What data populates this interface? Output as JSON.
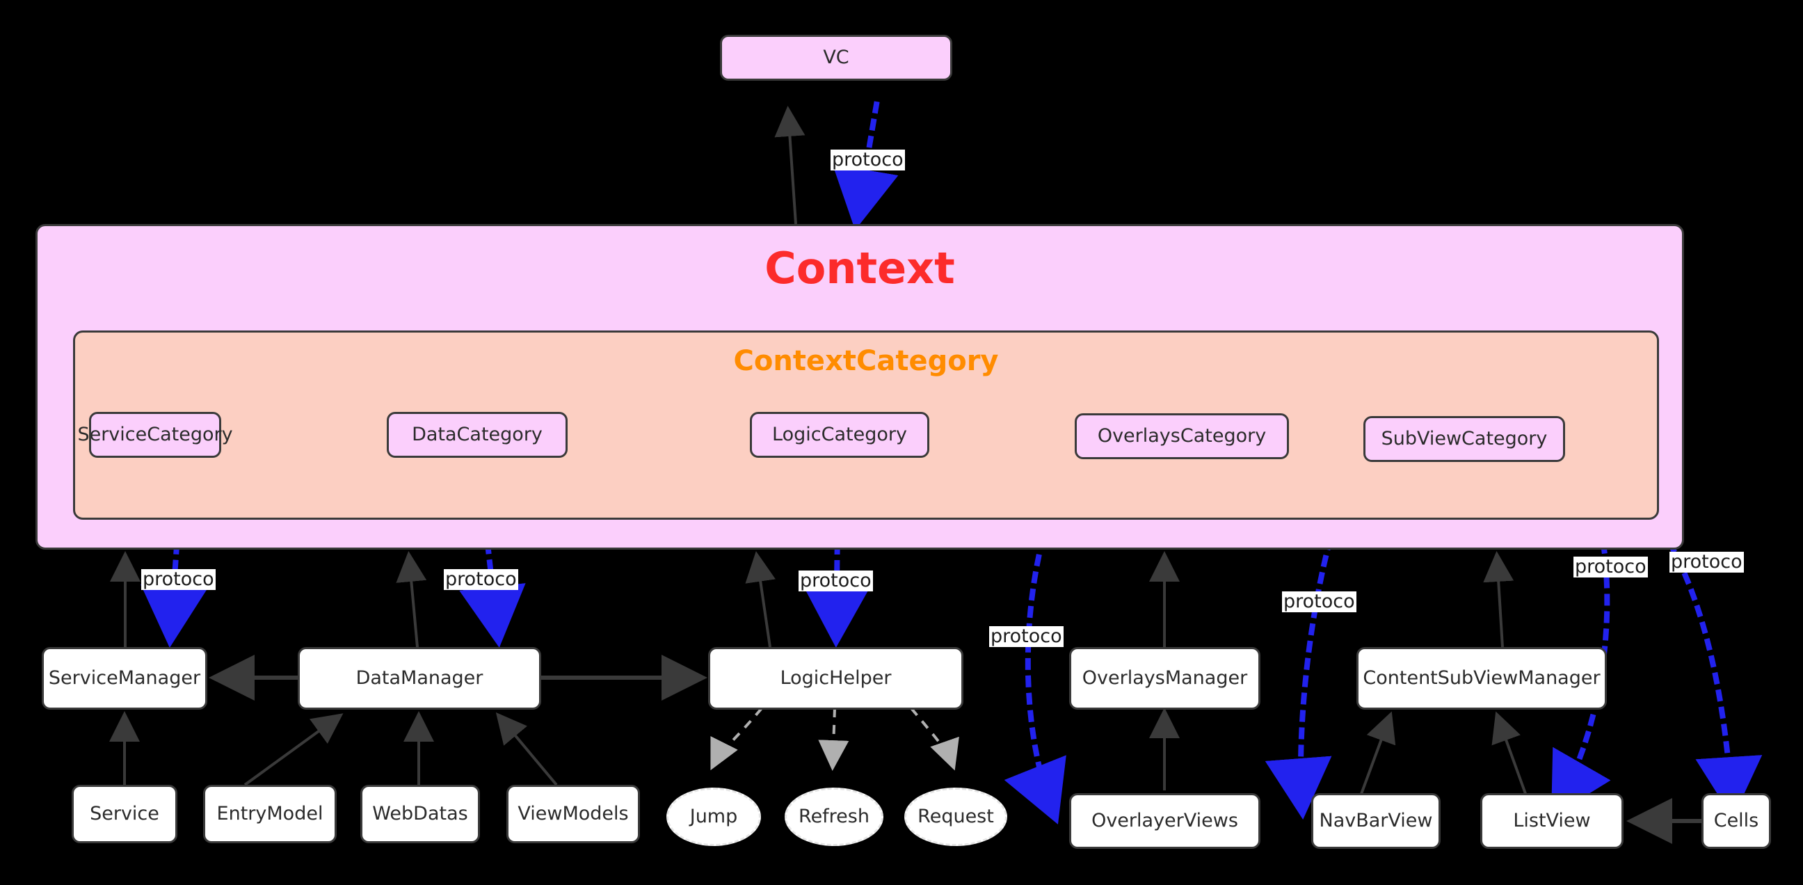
{
  "diagram": {
    "title_context": "Context",
    "title_context_category": "ContextCategory",
    "colors": {
      "background": "#000000",
      "context_fill": "#fbcffc",
      "category_fill": "#fccfc2",
      "context_title": "#fc2b2b",
      "category_title": "#ff8c00",
      "node_fill_white": "#ffffff",
      "node_border": "#3a3a3a",
      "protocol_edge": "#2222ee",
      "solid_edge": "#3a3a3a",
      "dashed_edge": "#b0b0b0"
    }
  },
  "nodes": {
    "vc": "VC",
    "service_category": "ServiceCategory",
    "data_category": "DataCategory",
    "logic_category": "LogicCategory",
    "overlays_category": "OverlaysCategory",
    "subview_category": "SubViewCategory",
    "service_manager": "ServiceManager",
    "data_manager": "DataManager",
    "logic_helper": "LogicHelper",
    "overlays_manager": "OverlaysManager",
    "content_subview_manager": "ContentSubViewManager",
    "service": "Service",
    "entry_model": "EntryModel",
    "web_datas": "WebDatas",
    "view_models": "ViewModels",
    "jump": "Jump",
    "refresh": "Refresh",
    "request": "Request",
    "overlayer_views": "OverlayerViews",
    "nav_bar_view": "NavBarView",
    "list_view": "ListView",
    "cells": "Cells"
  },
  "edge_labels": {
    "protocol_vc": "protoco",
    "protocol_service": "protoco",
    "protocol_data": "protoco",
    "protocol_logic": "protoco",
    "protocol_overlays": "protoco",
    "protocol_subview": "protoco",
    "protocol_listview": "protoco",
    "protocol_cells": "protoco"
  },
  "chart_data": {
    "type": "diagram",
    "title": "Context",
    "subtitle": "ContextCategory",
    "edges": [
      {
        "from": "Context",
        "to": "VC",
        "kind": "solid"
      },
      {
        "from": "VC",
        "to": "Context",
        "kind": "protocol",
        "label": "protoco"
      },
      {
        "from": "ServiceCategory",
        "to": "ServiceManager",
        "kind": "protocol",
        "label": "protoco"
      },
      {
        "from": "ServiceManager",
        "to": "Context",
        "kind": "solid"
      },
      {
        "from": "DataCategory",
        "to": "DataManager",
        "kind": "protocol",
        "label": "protoco"
      },
      {
        "from": "DataManager",
        "to": "Context",
        "kind": "solid"
      },
      {
        "from": "LogicCategory",
        "to": "LogicHelper",
        "kind": "protocol",
        "label": "protoco"
      },
      {
        "from": "LogicHelper",
        "to": "Context",
        "kind": "solid"
      },
      {
        "from": "OverlaysCategory",
        "to": "OverlayerViews",
        "kind": "protocol",
        "label": "protoco"
      },
      {
        "from": "SubViewCategory",
        "to": "NavBarView",
        "kind": "protocol",
        "label": "protoco"
      },
      {
        "from": "SubViewCategory",
        "to": "ListView",
        "kind": "protocol",
        "label": "protoco"
      },
      {
        "from": "SubViewCategory",
        "to": "Cells",
        "kind": "protocol",
        "label": "protoco"
      },
      {
        "from": "DataManager",
        "to": "ServiceManager",
        "kind": "solid"
      },
      {
        "from": "DataManager",
        "to": "LogicHelper",
        "kind": "solid"
      },
      {
        "from": "Service",
        "to": "ServiceManager",
        "kind": "solid"
      },
      {
        "from": "EntryModel",
        "to": "DataManager",
        "kind": "solid"
      },
      {
        "from": "WebDatas",
        "to": "DataManager",
        "kind": "solid"
      },
      {
        "from": "ViewModels",
        "to": "DataManager",
        "kind": "solid"
      },
      {
        "from": "LogicHelper",
        "to": "Jump",
        "kind": "dashed"
      },
      {
        "from": "LogicHelper",
        "to": "Refresh",
        "kind": "dashed"
      },
      {
        "from": "LogicHelper",
        "to": "Request",
        "kind": "dashed"
      },
      {
        "from": "OverlayerViews",
        "to": "OverlaysManager",
        "kind": "solid"
      },
      {
        "from": "OverlaysManager",
        "to": "Context",
        "kind": "solid"
      },
      {
        "from": "NavBarView",
        "to": "ContentSubViewManager",
        "kind": "solid"
      },
      {
        "from": "ListView",
        "to": "ContentSubViewManager",
        "kind": "solid"
      },
      {
        "from": "ContentSubViewManager",
        "to": "Context",
        "kind": "solid"
      },
      {
        "from": "Cells",
        "to": "ListView",
        "kind": "solid"
      }
    ]
  }
}
